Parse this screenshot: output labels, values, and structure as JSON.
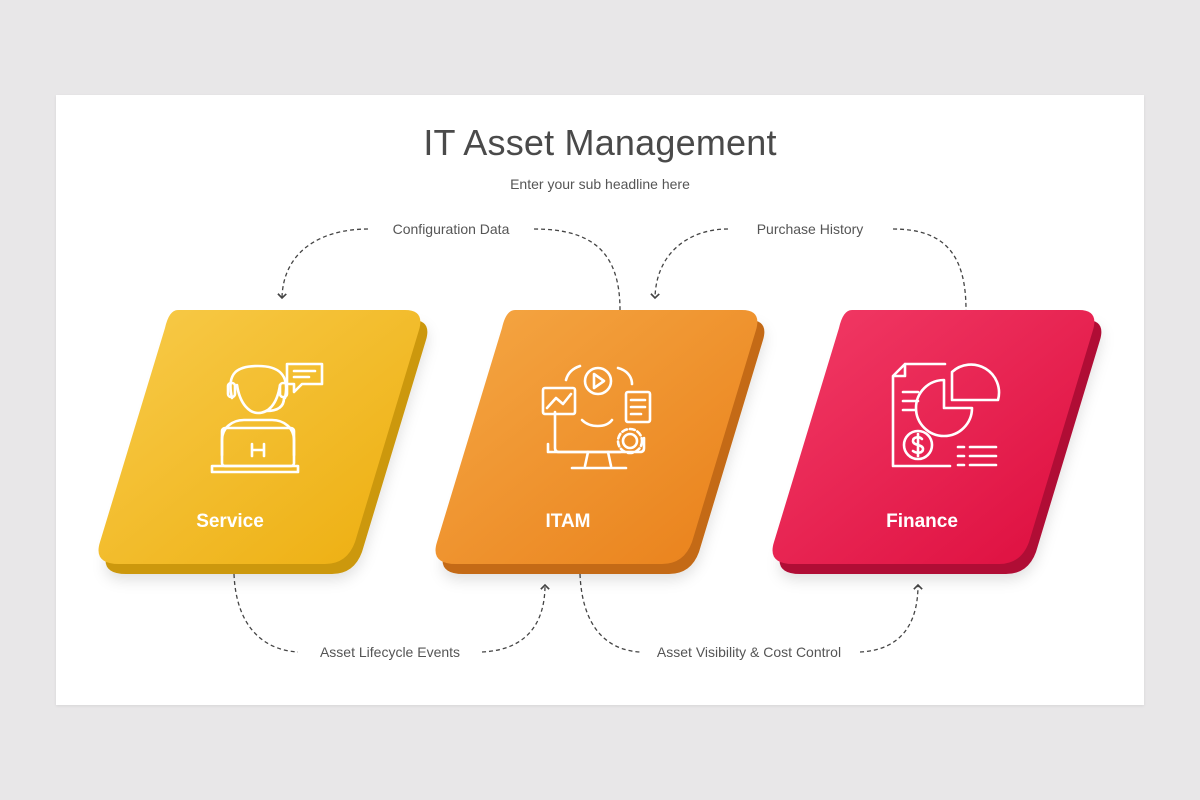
{
  "slide": {
    "title": "IT Asset Management",
    "subtitle": "Enter your sub headline here"
  },
  "cards": [
    {
      "label": "Service",
      "icon": "support-agent-icon",
      "color_light": "#f8cb4a",
      "color_dark": "#edae0f",
      "color_side": "#cc9810"
    },
    {
      "label": "ITAM",
      "icon": "asset-monitor-icon",
      "color_light": "#f5a744",
      "color_dark": "#e9801a",
      "color_side": "#c46b14"
    },
    {
      "label": "Finance",
      "icon": "financial-report-icon",
      "color_light": "#f23b66",
      "color_dark": "#dd0d3e",
      "color_side": "#b00c35"
    }
  ],
  "flows": {
    "top_left": "Configuration Data",
    "top_right": "Purchase History",
    "bottom_left": "Asset Lifecycle Events",
    "bottom_right": "Asset Visibility & Cost Control"
  }
}
